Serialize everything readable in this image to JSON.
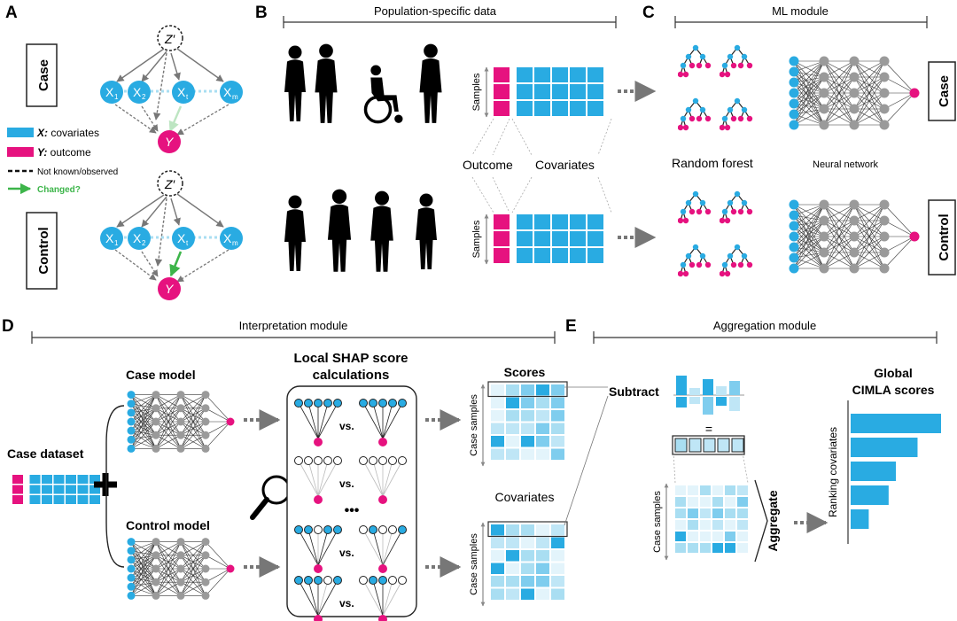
{
  "colors": {
    "covariate": "#29abe2",
    "outcome": "#e6127f",
    "hidden": "#9a9a9a",
    "changed": "#3db54a",
    "changed_light": "#bde5c2",
    "text": "#111111",
    "arrow": "#777777"
  },
  "panelA": {
    "letter": "A",
    "case_label": "Case",
    "control_label": "Control",
    "z_label": "Z′",
    "y_label": "Y",
    "x_nodes": [
      "X",
      "X",
      "X",
      "X"
    ],
    "x_subscripts": [
      "1",
      "2",
      "t",
      "m"
    ],
    "legend": {
      "x_key": "X:",
      "x_text": " covariates",
      "y_key": "Y:",
      "y_text": " outcome",
      "hidden_text": "Not known/observed",
      "changed_text": "Changed?"
    }
  },
  "panelB": {
    "letter": "B",
    "title": "Population-specific data",
    "samples_label": "Samples",
    "outcome_label": "Outcome",
    "covariates_label": "Covariates"
  },
  "panelC": {
    "letter": "C",
    "title": "ML module",
    "rf_label": "Random forest",
    "nn_label": "Neural network",
    "case_label": "Case",
    "control_label": "Control"
  },
  "panelD": {
    "letter": "D",
    "title": "Interpretation module",
    "case_model": "Case model",
    "control_model": "Control model",
    "case_dataset": "Case dataset",
    "shap_title_1": "Local SHAP score",
    "shap_title_2": "calculations",
    "vs": "vs.",
    "ellipsis": "•••",
    "scores_label": "Scores",
    "covariates_label": "Covariates",
    "case_samples": "Case samples"
  },
  "panelE": {
    "letter": "E",
    "title": "Aggregation module",
    "subtract": "Subtract",
    "equals": "=",
    "aggregate": "Aggregate",
    "case_samples": "Case samples",
    "global_1": "Global",
    "global_2": "CIMLA scores",
    "ranking": "Ranking covariates",
    "global_scores": [
      1.0,
      0.74,
      0.5,
      0.42,
      0.2
    ]
  }
}
